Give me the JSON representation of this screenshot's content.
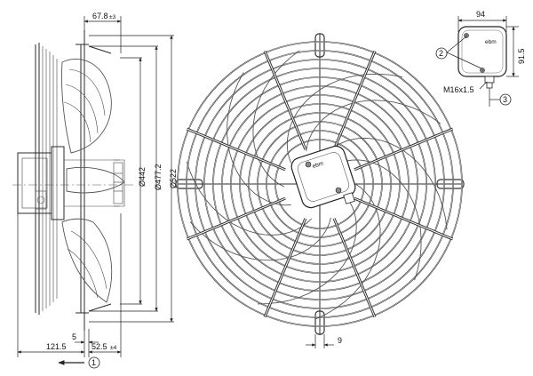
{
  "side_view": {
    "dim_top": "67.8",
    "dim_top_tol": "±3",
    "dia_442": "Ø442",
    "dia_477": "Ø477.2",
    "dia_522": "Ø522",
    "dim_left": "121.5",
    "dim_small": "5",
    "dim_bottom": "52.5",
    "dim_bottom_tol": "±4",
    "callout_1": "1"
  },
  "front_view": {
    "dim_bottom": "9",
    "brand": "ebm"
  },
  "detail_view": {
    "width": "94",
    "height": "91.5",
    "callout_2": "2",
    "thread": "M16x1.5",
    "callout_3": "3",
    "brand": "ebm"
  }
}
